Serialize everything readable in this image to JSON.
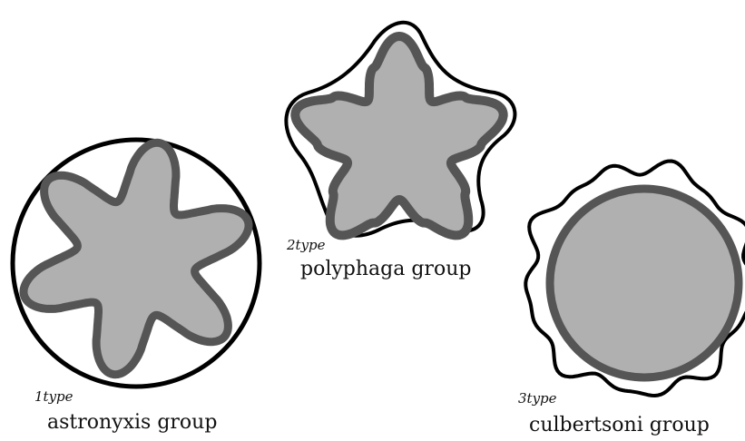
{
  "groups": [
    {
      "type_label": "1type",
      "name": "astronyxis group"
    },
    {
      "type_label": "2type",
      "name": "polyphaga group"
    },
    {
      "type_label": "3type",
      "name": "culbertsoni group"
    }
  ],
  "colors": {
    "outer_wall": "#000000",
    "inner_wall_stroke": "#555555",
    "inner_wall_fill": "#b0b0b0",
    "background": "#ffffff"
  }
}
